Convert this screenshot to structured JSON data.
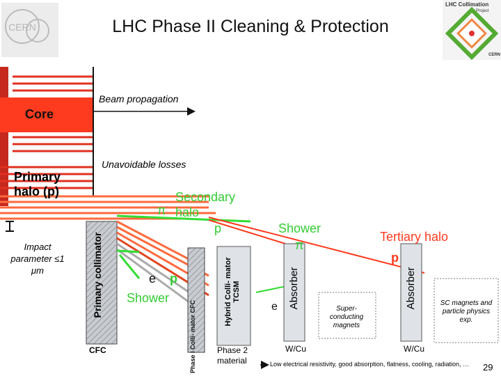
{
  "title": "LHC Phase II Cleaning & Protection",
  "logos": {
    "left": "CERN",
    "right_title": "LHC Collimation",
    "right_subtitle": "Project",
    "right_bottom": "CERN"
  },
  "labels": {
    "beam_propagation": "Beam propagation",
    "core": "Core",
    "unavoidable_losses": "Unavoidable losses",
    "primary_halo": "Primary halo (p)",
    "secondary_halo": "Secondary halo",
    "pi_secondary": "π",
    "p_secondary": "p",
    "shower_top": "Shower",
    "pi_shower": "π",
    "tertiary_halo": "Tertiary halo",
    "p_tertiary": "p",
    "impact_parameter": "Impact parameter ≤1 μm",
    "primary_collimator": "Primary collimator",
    "e_near": "e",
    "p_near": "p",
    "shower_near": "Shower",
    "phase1_collimator": "Phase I Colli- mator CFC",
    "hybrid_collimator": "Hybrid Colli- mator TCSM",
    "e_far": "e",
    "absorber_1": "Absorber",
    "superconducting": "Super- conducting magnets",
    "absorber_2": "Absorber",
    "sc_magnets": "SC magnets and particle physics exp.",
    "cfc": "CFC",
    "phase2_material": "Phase 2 material",
    "wcu_1": "W/Cu",
    "wcu_2": "W/Cu",
    "footnote": "Low electrical resistivity, good absorption, flatness, cooling, radiation, …",
    "page_number": "29"
  },
  "colors": {
    "core": "#ff3b1f",
    "halo": "#ff6a3d",
    "collimator": "#c8ccd2",
    "green": "#33dd33",
    "text_green": "#33cc33",
    "title": "#111111"
  }
}
